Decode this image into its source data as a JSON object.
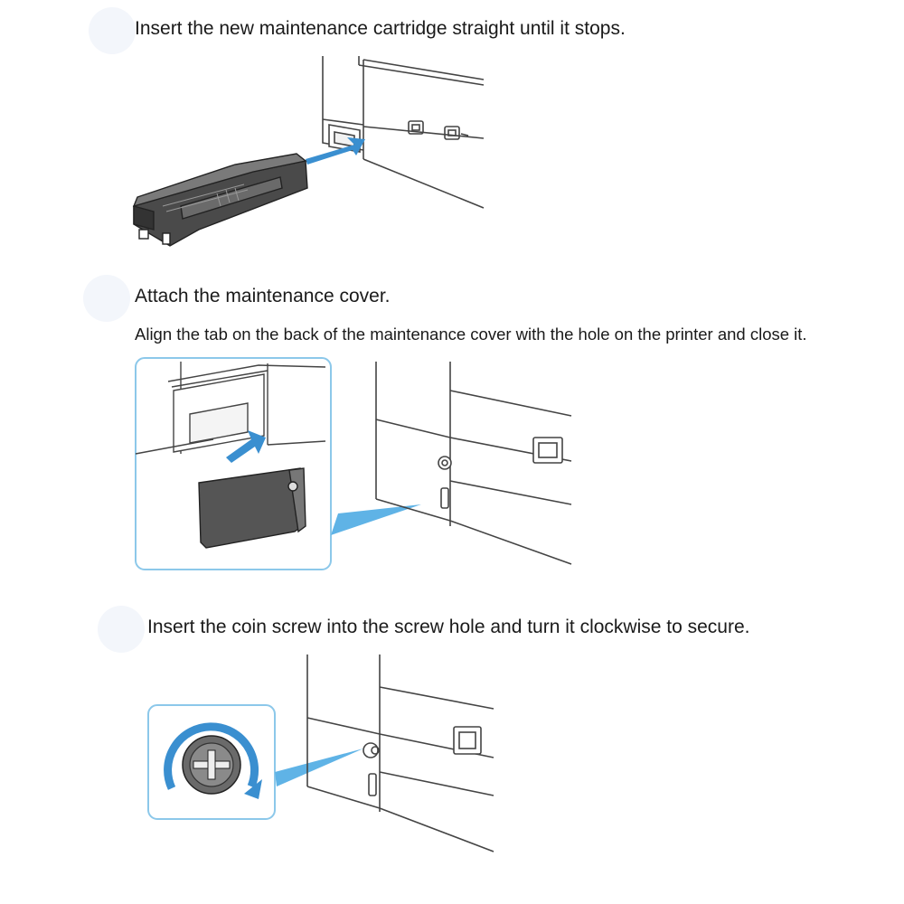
{
  "steps": [
    {
      "heading": "Insert the new maintenance cartridge straight until it stops.",
      "illustration_icon": "cartridge-insert-illustration"
    },
    {
      "heading": "Attach the maintenance cover.",
      "detail": "Align the tab on the back of the maintenance cover with the hole on the printer and close it.",
      "illustration_icon": "cover-attach-illustration"
    },
    {
      "heading": "Insert the coin screw into the screw hole and turn it clockwise to secure.",
      "illustration_icon": "coin-screw-illustration"
    }
  ],
  "colors": {
    "accent_blue": "#3a8fd0",
    "callout_border": "#8cc8ea",
    "callout_fill": "#5fb3e6",
    "part_gray": "#555555",
    "line": "#444444"
  }
}
